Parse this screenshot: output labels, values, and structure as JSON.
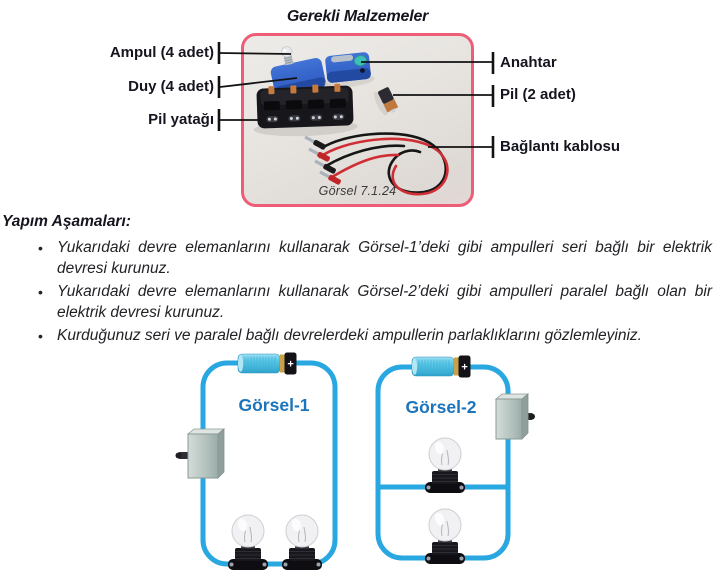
{
  "title": "Gerekli Malzemeler",
  "materials": {
    "caption": "Görsel 7.1.24",
    "labels_left": [
      {
        "text": "Ampul (4 adet)"
      },
      {
        "text": "Duy (4 adet)"
      },
      {
        "text": "Pil yatağı"
      }
    ],
    "labels_right": [
      {
        "text": "Anahtar"
      },
      {
        "text": "Pil (2 adet)"
      },
      {
        "text": "Bağlantı kablosu"
      }
    ]
  },
  "steps": {
    "heading": "Yapım Aşamaları:",
    "bullet": "•",
    "items": [
      "Yukarıdaki devre elemanlarını kullanarak Görsel-1’deki gibi ampulleri seri bağlı bir elektrik devresi kurunuz.",
      "Yukarıdaki devre elemanlarını kullanarak Görsel-2’deki gibi ampulleri paralel bağlı olan bir elektrik devresi kurunuz.",
      "Kurduğunuz seri ve paralel bağlı devrelerdeki ampullerin parlaklıklarını gözlemleyiniz."
    ]
  },
  "diagrams": {
    "circuit1": {
      "label": "Görsel-1",
      "type": "series",
      "bulb_count": 2,
      "battery_plus": "+"
    },
    "circuit2": {
      "label": "Görsel-2",
      "type": "parallel",
      "bulb_count": 2,
      "battery_plus": "+"
    }
  },
  "colors": {
    "frame_pink": "#ee5d76",
    "wire_blue": "#29a7e0",
    "diagram_label_blue": "#1b75bc",
    "battery_cyan": "#58c6e7",
    "cable_red": "#cf2f34",
    "text_dark": "#1c1c24"
  }
}
